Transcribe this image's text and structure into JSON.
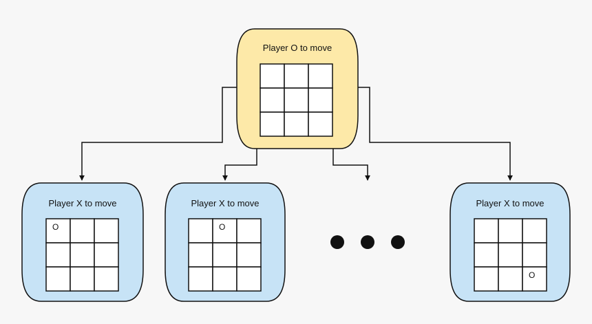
{
  "root": {
    "label": "Player O to move",
    "fill": "#fde9a8",
    "board": [
      "",
      "",
      "",
      "",
      "",
      "",
      "",
      "",
      ""
    ]
  },
  "children": [
    {
      "label": "Player X to move",
      "fill": "#c7e3f6",
      "board": [
        "O",
        "",
        "",
        "",
        "",
        "",
        "",
        "",
        ""
      ]
    },
    {
      "label": "Player X to move",
      "fill": "#c7e3f6",
      "board": [
        "",
        "O",
        "",
        "",
        "",
        "",
        "",
        "",
        ""
      ]
    },
    {
      "label": "Player X to move",
      "fill": "#c7e3f6",
      "board": [
        "",
        "",
        "",
        "",
        "",
        "",
        "",
        "",
        "O"
      ]
    }
  ],
  "colors": {
    "stroke": "#111111",
    "background": "#f7f7f7"
  }
}
